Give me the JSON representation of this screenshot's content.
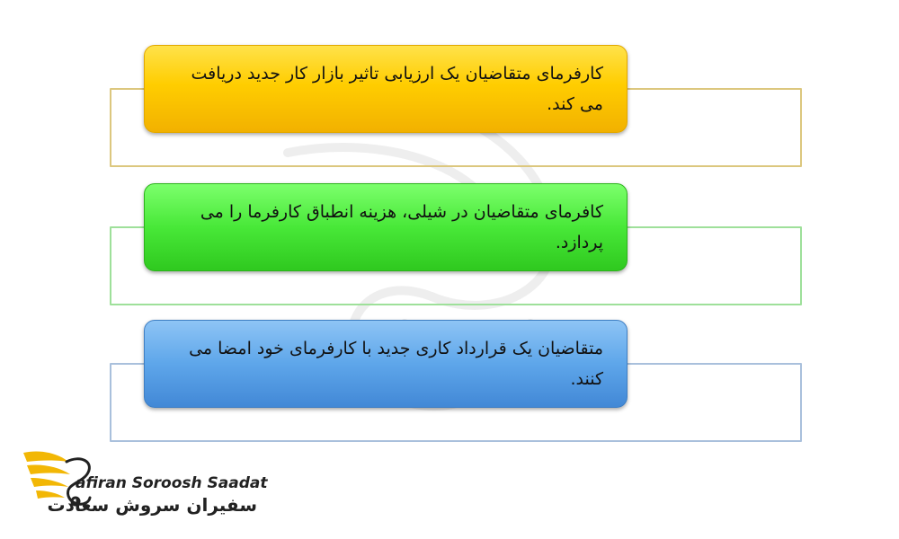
{
  "diagram": {
    "boxes": [
      {
        "text": "کارفرمای متقاضیان یک ارزیابی تاثیر بازار کار جدید دریافت می کند.",
        "color": "#ffcd00"
      },
      {
        "text": "کافرمای متقاضیان در شیلی، هزینه انطباق کارفرما را می پردازد.",
        "color": "#48e838"
      },
      {
        "text": "متقاضیان یک قرارداد کاری جدید با کارفرمای خود امضا می کنند.",
        "color": "#5ea6ea"
      }
    ]
  },
  "brand": {
    "name_en": "afiran Soroosh Saadat",
    "name_fa": "سفیران سروش سعادت",
    "accent_color": "#f2b705"
  }
}
